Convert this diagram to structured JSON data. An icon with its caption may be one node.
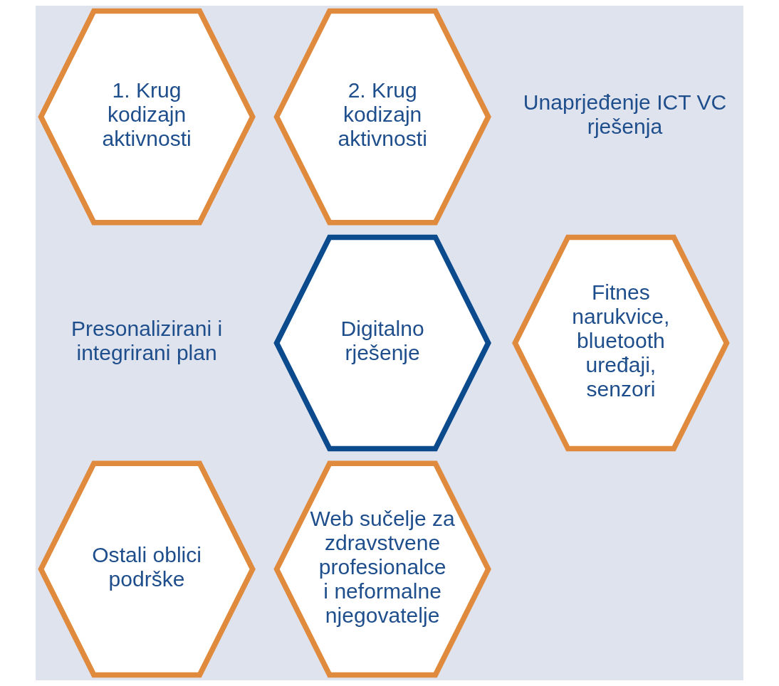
{
  "diagram": {
    "nodes": [
      {
        "text": [
          "1. Krug kodizajn aktivnosti"
        ]
      },
      {
        "text": [
          "2. Krug kodizajn aktivnosti"
        ]
      },
      {
        "text": [
          "Digitalno rješenje"
        ]
      },
      {
        "text": [
          "Fitnes narukvice, bluetooth uređaji, senzori"
        ]
      },
      {
        "text": [
          "Ostali oblici podrške"
        ]
      },
      {
        "text": [
          "Web sučelje za zdravstvene profesionalce i neformalne njegovatelje"
        ]
      }
    ],
    "edges": [],
    "labels": [
      "Unaprjeđenje ICT VC rješenja",
      "Presonalizirani i integrirani plan"
    ]
  }
}
